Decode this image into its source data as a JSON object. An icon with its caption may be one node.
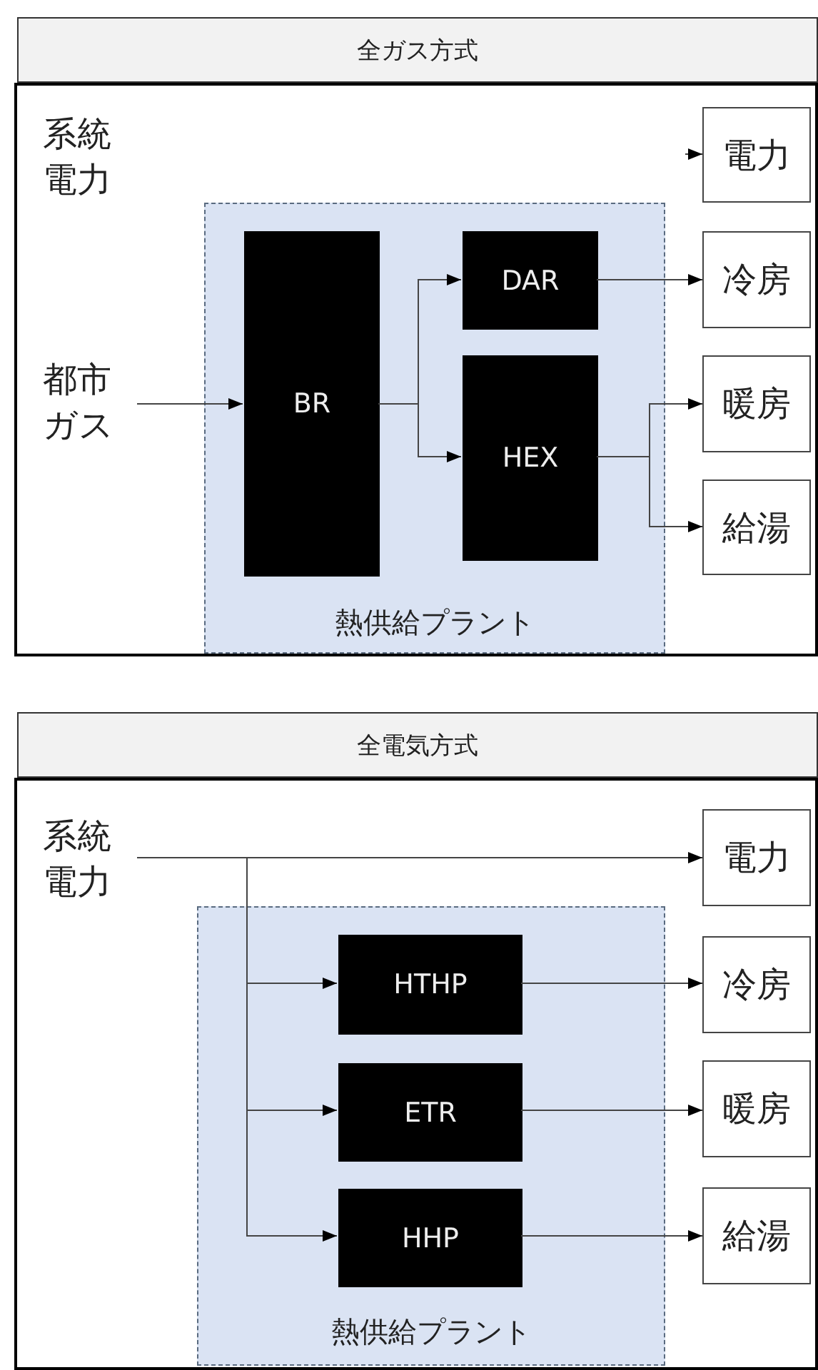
{
  "diagram": {
    "nodes": [
      {
        "text": [
          "全ガス方式"
        ]
      },
      {
        "text": [
          "都市ガス"
        ],
        "in": 0
      },
      {
        "text": [
          "熱供給プラント"
        ],
        "in": 0
      },
      {
        "text": [
          "BR"
        ],
        "in": 2
      },
      {
        "text": [
          "DAR"
        ],
        "in": 2
      },
      {
        "text": [
          "HEX"
        ],
        "in": 2
      },
      {
        "text": [
          "電力"
        ],
        "in": 0
      },
      {
        "text": [
          "冷房"
        ],
        "in": 0
      },
      {
        "text": [
          "暖房"
        ],
        "in": 0
      },
      {
        "text": [
          "給湯"
        ],
        "in": 0
      },
      {
        "text": [
          "全電気方式"
        ]
      },
      {
        "text": [
          "系統電力"
        ],
        "in": 10
      },
      {
        "text": [
          "熱供給プラント"
        ],
        "in": 10
      },
      {
        "text": [
          "HTHP"
        ],
        "in": 12
      },
      {
        "text": [
          "ETR"
        ],
        "in": 12
      },
      {
        "text": [
          "HHP"
        ],
        "in": 12
      },
      {
        "text": [
          "電力"
        ],
        "in": 10
      },
      {
        "text": [
          "冷房"
        ],
        "in": 10
      },
      {
        "text": [
          "暖房"
        ],
        "in": 10
      },
      {
        "text": [
          "給湯"
        ],
        "in": 10
      }
    ],
    "edges": [
      {
        "from": null,
        "to": 6,
        "arrow": "to"
      },
      {
        "from": 1,
        "to": 3,
        "arrow": "to"
      },
      {
        "from": 3,
        "to": 4,
        "arrow": "to"
      },
      {
        "from": 3,
        "to": 5,
        "arrow": "to"
      },
      {
        "from": 4,
        "to": 7,
        "arrow": "to"
      },
      {
        "from": 5,
        "to": 8,
        "arrow": "to"
      },
      {
        "from": 5,
        "to": 9,
        "arrow": "to"
      },
      {
        "from": 11,
        "to": 16,
        "arrow": "to"
      },
      {
        "from": 11,
        "to": 13,
        "arrow": "to"
      },
      {
        "from": 11,
        "to": 14,
        "arrow": "to"
      },
      {
        "from": 11,
        "to": 15,
        "arrow": "to"
      },
      {
        "from": 13,
        "to": 17,
        "arrow": "to"
      },
      {
        "from": 14,
        "to": 18,
        "arrow": "to"
      },
      {
        "from": 15,
        "to": 19,
        "arrow": "to"
      }
    ],
    "labels": [
      "系統電力"
    ]
  }
}
